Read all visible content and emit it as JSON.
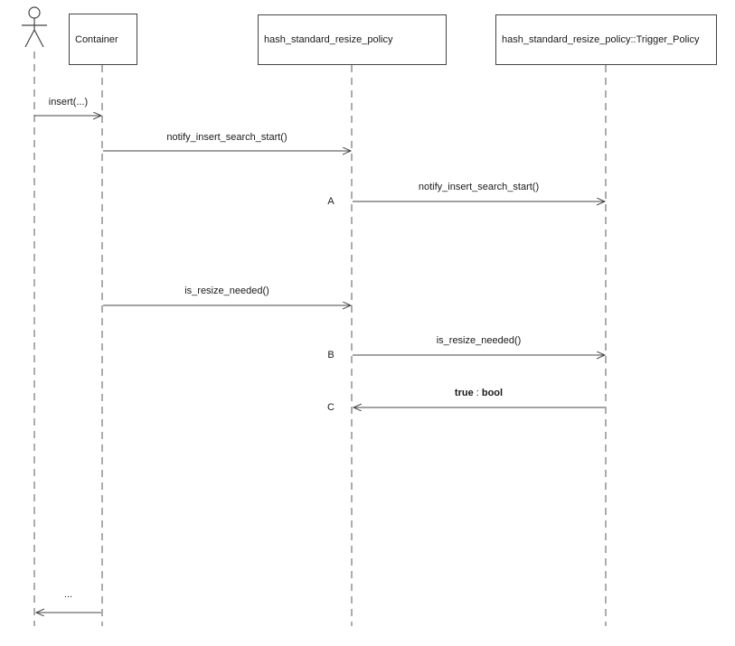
{
  "colors": {
    "background": "#ffffff",
    "line": "#454545",
    "text": "#1a1a1a"
  },
  "icons": {
    "actor": "stick-figure"
  },
  "participants": [
    {
      "label": "Container"
    },
    {
      "label": "hash_standard_resize_policy"
    },
    {
      "label": "hash_standard_resize_policy::Trigger_Policy"
    }
  ],
  "messages": {
    "insert": {
      "label": "insert(...)"
    },
    "notify1": {
      "label": "notify_insert_search_start()"
    },
    "notify2": {
      "seq": "A",
      "label": "notify_insert_search_start()"
    },
    "resize1": {
      "label": "is_resize_needed()"
    },
    "resize2": {
      "seq": "B",
      "label": "is_resize_needed()"
    },
    "return_bool": {
      "seq": "C",
      "value": "true",
      "separator": " : ",
      "type": "bool"
    },
    "return_final": {
      "label": "..."
    }
  }
}
